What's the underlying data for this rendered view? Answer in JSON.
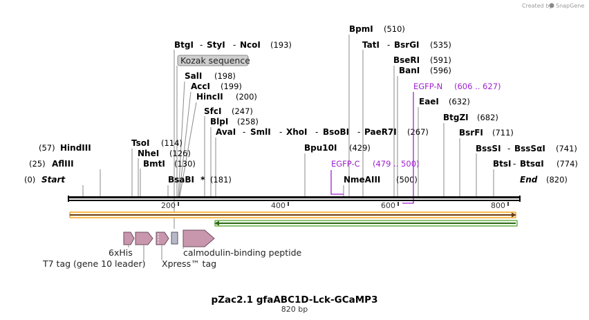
{
  "credit": {
    "prefix": "Created by",
    "brand": "SnapGene"
  },
  "map": {
    "title": "pZac2.1 gfaABC1D-Lck-GCaMP3",
    "length_label": "820 bp",
    "length_bp": 820
  },
  "ruler": {
    "ticks": [
      "200",
      "400",
      "600",
      "800"
    ]
  },
  "sites": {
    "start": {
      "pos": "(0)",
      "name": "Start"
    },
    "end": {
      "name": "End",
      "pos": "(820)"
    },
    "afliii": {
      "pos": "(25)",
      "name": "AflIII"
    },
    "hindiii": {
      "pos": "(57)",
      "name": "HindIII"
    },
    "tsoi": {
      "name": "TsoI",
      "pos": "(114)"
    },
    "nhei": {
      "name": "NheI",
      "pos": "(126)"
    },
    "bmti": {
      "name": "BmtI",
      "pos": "(130)"
    },
    "bsabi": {
      "name": "BsaBI",
      "star": "*",
      "pos": "(181)"
    },
    "btgi_group": {
      "n1": "BtgI",
      "n2": "StyI",
      "n3": "NcoI",
      "pos": "(193)"
    },
    "sali": {
      "name": "SalI",
      "pos": "(198)"
    },
    "acci": {
      "name": "AccI",
      "pos": "(199)"
    },
    "hincii": {
      "name": "HincII",
      "pos": "(200)"
    },
    "sfci": {
      "name": "SfcI",
      "pos": "(247)"
    },
    "blpi": {
      "name": "BlpI",
      "pos": "(258)"
    },
    "avai_group": {
      "n1": "AvaI",
      "n2": "SmlI",
      "n3": "XhoI",
      "n4": "BsoBI",
      "n5": "PaeR7I",
      "pos": "(267)"
    },
    "bpu10i": {
      "name": "Bpu10I",
      "pos": "(429)"
    },
    "nmeaiii": {
      "name": "NmeAIII",
      "pos": "(500)"
    },
    "bpmi": {
      "name": "BpmI",
      "pos": "(510)"
    },
    "tati_group": {
      "n1": "TatI",
      "n2": "BsrGI",
      "pos": "(535)"
    },
    "bseri": {
      "name": "BseRI",
      "pos": "(591)"
    },
    "bani": {
      "name": "BanI",
      "pos": "(596)"
    },
    "eaei": {
      "name": "EaeI",
      "pos": "(632)"
    },
    "btgzi": {
      "name": "BtgZI",
      "pos": "(682)"
    },
    "bsrfi": {
      "name": "BsrFI",
      "pos": "(711)"
    },
    "bsssi_group": {
      "n1": "BssSI",
      "n2": "BssSαI",
      "pos": "(741)"
    },
    "btsi_group": {
      "n1": "BtsI",
      "n2": "BtsαI",
      "pos": "(774)"
    }
  },
  "separator": "-",
  "kozak": {
    "label": "Kozak sequence"
  },
  "primers": {
    "egfp_n": {
      "name": "EGFP-N",
      "range": "(606 .. 627)"
    },
    "egfp_c": {
      "name": "EGFP-C",
      "range": "(479 .. 500)"
    }
  },
  "features": {
    "sixhis": "6xHis",
    "t7tag": "T7 tag (gene 10 leader)",
    "xpress": "Xpress™ tag",
    "cbp": "calmodulin-binding peptide"
  },
  "colors": {
    "orange_feature": "#f5a623",
    "green_feature": "#6ab04c",
    "tag_arrow": "#c897ae",
    "primer": "#a020d0",
    "backbone": "#000000"
  }
}
